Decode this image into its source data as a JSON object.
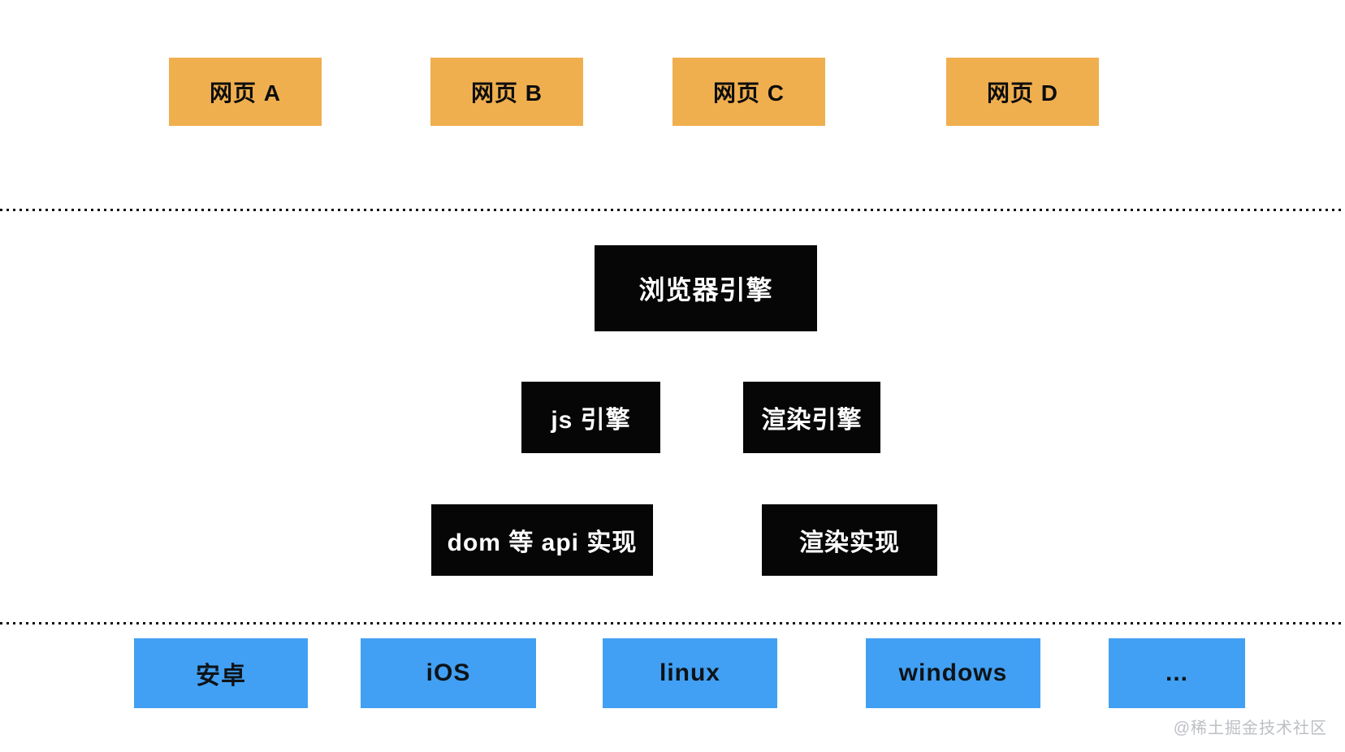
{
  "diagram": {
    "type": "browser-architecture-diagram"
  },
  "colors": {
    "page_node": "#f0af4e",
    "engine_node": "#060606",
    "platform_node": "#41a0f3",
    "engine_text": "#ffffff",
    "node_text": "#0d0d0d",
    "separator": "#101010",
    "watermark": "#bcbfc4",
    "background": "#ffffff"
  },
  "pages": [
    {
      "label": "网页 A"
    },
    {
      "label": "网页 B"
    },
    {
      "label": "网页 C"
    },
    {
      "label": "网页 D"
    }
  ],
  "engines": {
    "browser": "浏览器引擎",
    "js": "js 引擎",
    "render": "渲染引擎",
    "dom_api": "dom 等 api 实现",
    "render_impl": "渲染实现"
  },
  "platforms": [
    {
      "label": "安卓"
    },
    {
      "label": "iOS"
    },
    {
      "label": "linux"
    },
    {
      "label": "windows"
    },
    {
      "label": "..."
    }
  ],
  "watermark": {
    "label": "@稀土掘金技术社区"
  }
}
